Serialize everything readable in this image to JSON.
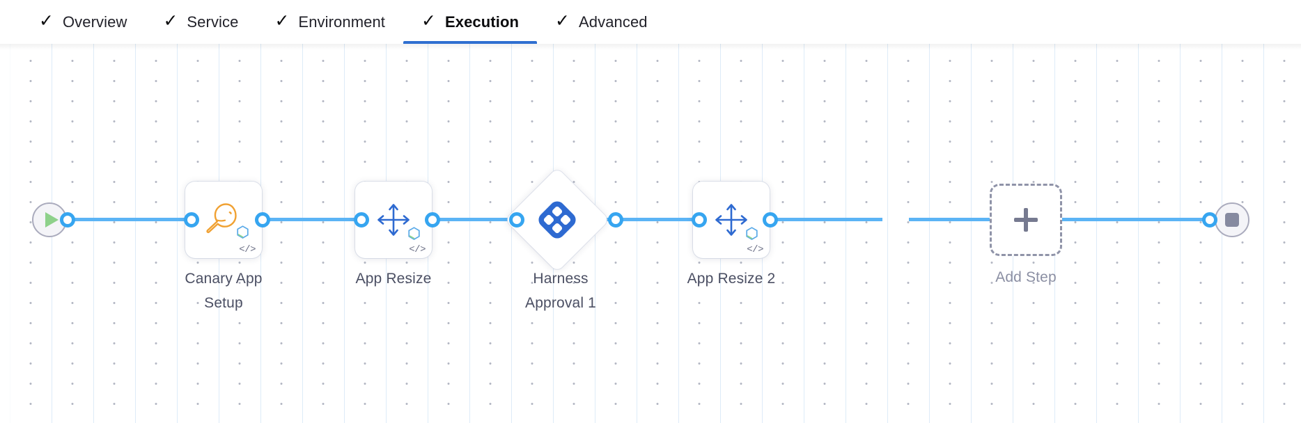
{
  "theme": {
    "accent": "#2f6fd0",
    "connector": "#5bb4f5",
    "connector_ring": "#36a5f0",
    "node_label": "#4b4f63",
    "muted_label": "#8b8fa3",
    "canary_icon": "#f0a132",
    "harness_blue": "#2e6ad1",
    "play_green": "#8ed18b",
    "stop_gray": "#868aa0",
    "dashed_gray": "#8f93a8"
  },
  "tabs": [
    {
      "label": "Overview",
      "icon": "check-icon",
      "complete": true,
      "active": false
    },
    {
      "label": "Service",
      "icon": "check-icon",
      "complete": true,
      "active": false
    },
    {
      "label": "Environment",
      "icon": "check-icon",
      "complete": true,
      "active": false
    },
    {
      "label": "Execution",
      "icon": "check-icon",
      "complete": true,
      "active": true
    },
    {
      "label": "Advanced",
      "icon": "check-icon",
      "complete": true,
      "active": false
    }
  ],
  "tab_check_glyph": "✓",
  "pipeline": {
    "start_node": {
      "icon": "play-icon",
      "name": "start-node"
    },
    "end_node": {
      "icon": "stop-icon",
      "name": "stop-node"
    },
    "steps": [
      {
        "label": "Canary App\nSetup",
        "type": "step",
        "icon": "canary-bird-icon",
        "badge": "hexagon-badge",
        "code_badge": "</>"
      },
      {
        "label": "App Resize",
        "type": "step",
        "icon": "resize-arrows-icon",
        "badge": "hexagon-badge",
        "code_badge": "</>"
      },
      {
        "label": "Harness\nApproval 1",
        "type": "approval",
        "icon": "harness-logo-icon",
        "code_badge": ""
      },
      {
        "label": "App Resize 2",
        "type": "step",
        "icon": "resize-arrows-icon",
        "badge": "hexagon-badge",
        "code_badge": "</>"
      }
    ],
    "add_step": {
      "label": "Add Step",
      "icon": "plus-icon"
    }
  }
}
